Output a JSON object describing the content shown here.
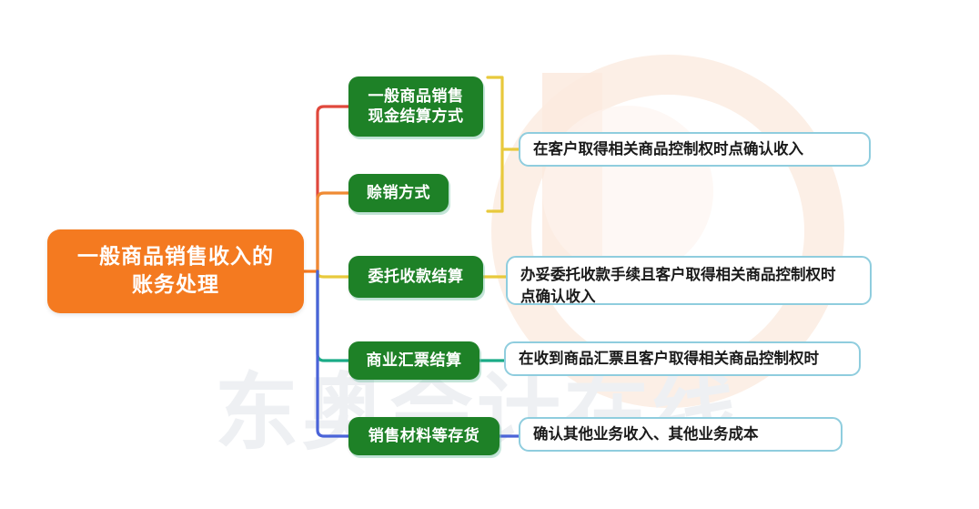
{
  "diagram": {
    "title": "一般商品销售收入的账务处理",
    "watermark_text": "东奥会计在线",
    "root": {
      "label": "一般商品销售收入的\n账务处理",
      "line1": "一般商品销售收入的",
      "line2": "账务处理",
      "color": "#f47a20",
      "text_color": "#ffffff"
    },
    "branches": [
      {
        "id": "cash-settlement",
        "label_line1": "一般商品销售",
        "label_line2": "现金结算方式",
        "label": "一般商品销售现金结算方式",
        "color": "#1e8127",
        "connector_color": "#e0483c"
      },
      {
        "id": "credit-sale",
        "label_line1": "赊销方式",
        "label_line2": "",
        "label": "赊销方式",
        "color": "#1e8127",
        "connector_color": "#ef8a33"
      },
      {
        "id": "entrusted-collection",
        "label_line1": "委托收款结算",
        "label_line2": "",
        "label": "委托收款结算",
        "color": "#1e8127",
        "connector_color": "#e8c93c"
      },
      {
        "id": "commercial-draft",
        "label_line1": "商业汇票结算",
        "label_line2": "",
        "label": "商业汇票结算",
        "color": "#1e8127",
        "connector_color": "#1aab86"
      },
      {
        "id": "material-inventory",
        "label_line1": "销售材料等存货",
        "label_line2": "",
        "label": "销售材料等存货",
        "color": "#1e8127",
        "connector_color": "#4a63d8"
      }
    ],
    "outcomes": [
      {
        "id": "outcome-control-transfer",
        "line1": "在客户取得相关商品控制权时点确认收入",
        "line2": "",
        "text": "在客户取得相关商品控制权时点确认收入",
        "border_color": "#8fcdde",
        "connector_color": "#e8c93c"
      },
      {
        "id": "outcome-entrusted",
        "line1": "办妥委托收款手续且客户取得相关商品控制权时",
        "line2": "点确认收入",
        "text": "办妥委托收款手续且客户取得相关商品控制权时点确认收入",
        "border_color": "#8fcdde",
        "connector_color": "#e8c93c"
      },
      {
        "id": "outcome-draft-received",
        "line1": "在收到商品汇票且客户取得相关商品控制权时",
        "line2": "",
        "text": "在收到商品汇票且客户取得相关商品控制权时",
        "border_color": "#8fcdde",
        "connector_color": "#1aab86"
      },
      {
        "id": "outcome-other-business",
        "line1": "确认其他业务收入、其他业务成本",
        "line2": "",
        "text": "确认其他业务收入、其他业务成本",
        "border_color": "#8fcdde",
        "connector_color": "#4a63d8"
      }
    ]
  }
}
